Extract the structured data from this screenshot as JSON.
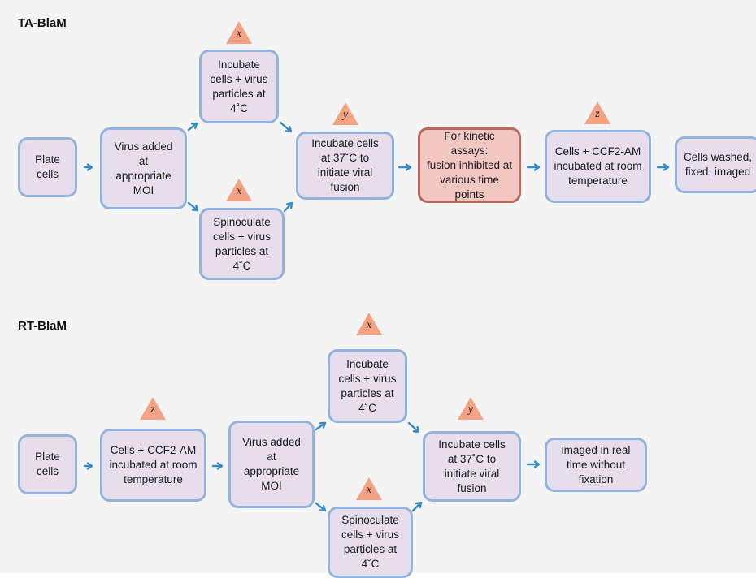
{
  "sections": {
    "ta": {
      "title": "TA-BlaM",
      "boxes": {
        "plate": "Plate\ncells",
        "virus": "Virus added\nat\nappropriate\nMOI",
        "incubate4": "Incubate\ncells + virus\nparticles at\n4˚C",
        "spinoculate": "Spinoculate\ncells + virus\nparticles at\n4˚C",
        "incubate37": "Incubate cells\nat 37˚C to\ninitiate viral\nfusion",
        "kinetic": "For kinetic assays:\nfusion inhibited at\nvarious time\npoints",
        "ccf2": "Cells + CCF2-AM\nincubated at room\ntemperature",
        "washed": "Cells washed,\nfixed, imaged"
      },
      "markers": {
        "x_top": "x",
        "x_bottom": "x",
        "y": "y",
        "z": "z"
      }
    },
    "rt": {
      "title": "RT-BlaM",
      "boxes": {
        "plate": "Plate\ncells",
        "ccf2": "Cells + CCF2-AM\nincubated at room\ntemperature",
        "virus": "Virus added\nat\nappropriate\nMOI",
        "incubate4": "Incubate\ncells + virus\nparticles at\n4˚C",
        "spinoculate": "Spinoculate\ncells + virus\nparticles at\n4˚C",
        "incubate37": "Incubate cells\nat 37˚C to\ninitiate viral\nfusion",
        "realtime": "imaged in real\ntime without\nfixation"
      },
      "markers": {
        "z": "z",
        "x_top": "x",
        "x_bottom": "x",
        "y": "y"
      }
    }
  },
  "colors": {
    "box_fill": "#e6deec",
    "box_border": "#93b3dc",
    "highlight_fill": "#f2c7c2",
    "highlight_border": "#b8685e",
    "triangle": "#f4a184",
    "arrow": "#3b8cc4"
  }
}
